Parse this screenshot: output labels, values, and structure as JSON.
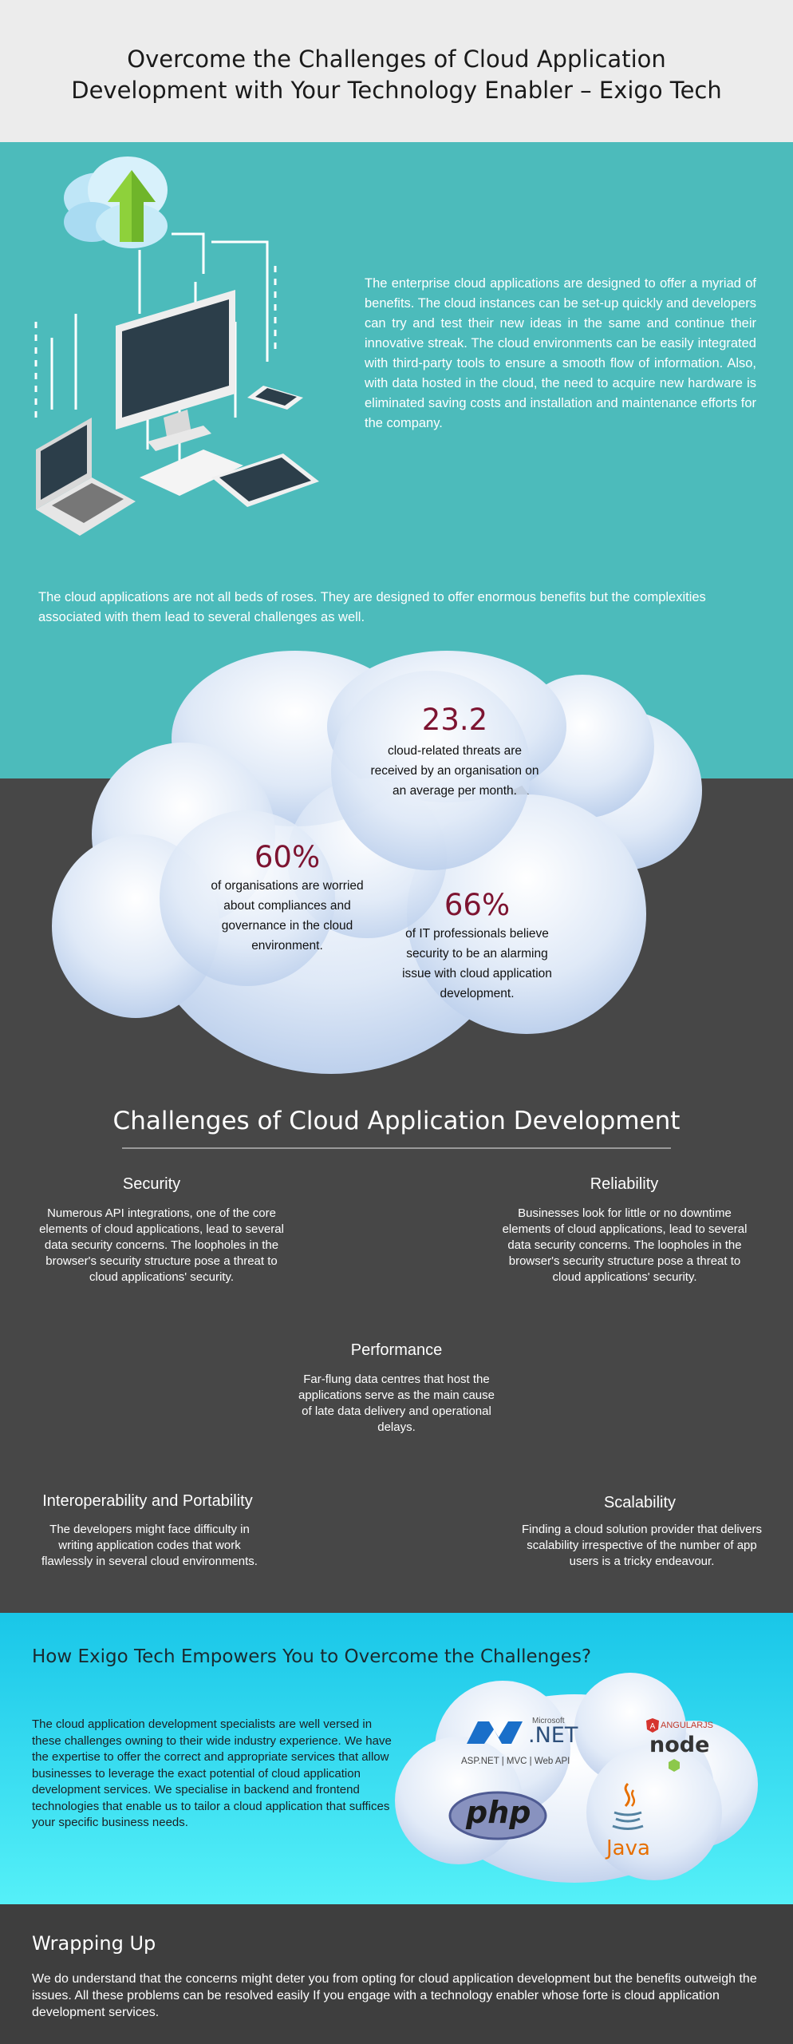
{
  "header": {
    "title": "Overcome the Challenges of Cloud Application Development with Your Technology Enabler – Exigo Tech"
  },
  "intro": {
    "text": "The enterprise cloud applications are designed to offer a myriad of benefits. The cloud instances can be set-up quickly and developers can try and test their new ideas in the same and continue their innovative streak. The cloud environments can be easily integrated with third-party tools to ensure a smooth flow of information. Also, with data hosted in the cloud, the need to acquire new hardware is eliminated saving costs and installation and maintenance efforts for the company.",
    "note": "The cloud applications are not all beds of roses. They are designed to offer enormous benefits but the complexities associated with them lead to several challenges as well."
  },
  "stats": [
    {
      "value": "23.2",
      "text": "cloud-related threats are received by an organisation on an average per month."
    },
    {
      "value": "60%",
      "text": "of organisations are worried about compliances and governance in the cloud environment."
    },
    {
      "value": "66%",
      "text": "of IT professionals believe security to be an alarming issue with cloud application development."
    }
  ],
  "challenges": {
    "title": "Challenges of Cloud Application Development",
    "items": [
      {
        "title": "Security",
        "text": "Numerous API integrations, one of the core elements of cloud applications, lead to several data security concerns. The loopholes in the browser's security structure pose a threat to cloud applications' security."
      },
      {
        "title": "Reliability",
        "text": "Businesses look for little or no downtime elements of cloud applications, lead to several data security concerns. The loopholes in the browser's security structure pose a threat to cloud applications' security."
      },
      {
        "title": "Performance",
        "text": "Far-flung data centres that host the applications serve as the main cause of late data delivery and operational delays."
      },
      {
        "title": "Interoperability and Portability",
        "text": "The developers might face difficulty in writing application codes that work flawlessly in several cloud environments."
      },
      {
        "title": "Scalability",
        "text": "Finding a cloud solution provider that delivers scalability irrespective of the number of app users is a tricky endeavour."
      }
    ]
  },
  "empower": {
    "title": "How Exigo Tech Empowers You to Overcome the Challenges?",
    "text": "The cloud application development specialists are well versed in these challenges owning to their wide industry experience. We have the expertise to offer the correct and appropriate services that allow businesses to leverage the exact potential of cloud application development services. We specialise in backend and frontend technologies that enable us to tailor a cloud application that suffices your specific business needs.",
    "tech": {
      "microsoft": "Microsoft",
      "net": ".NET",
      "net_sub": "ASP.NET | MVC | Web API",
      "angular": "ANGULARJS",
      "node": "node",
      "php": "php",
      "java": "Java"
    }
  },
  "wrap": {
    "title": "Wrapping Up",
    "text": "We do understand that the concerns might deter you from opting for cloud application development but the benefits outweigh the issues. All these problems can be resolved easily If you engage with a technology enabler whose forte is cloud application development services."
  }
}
